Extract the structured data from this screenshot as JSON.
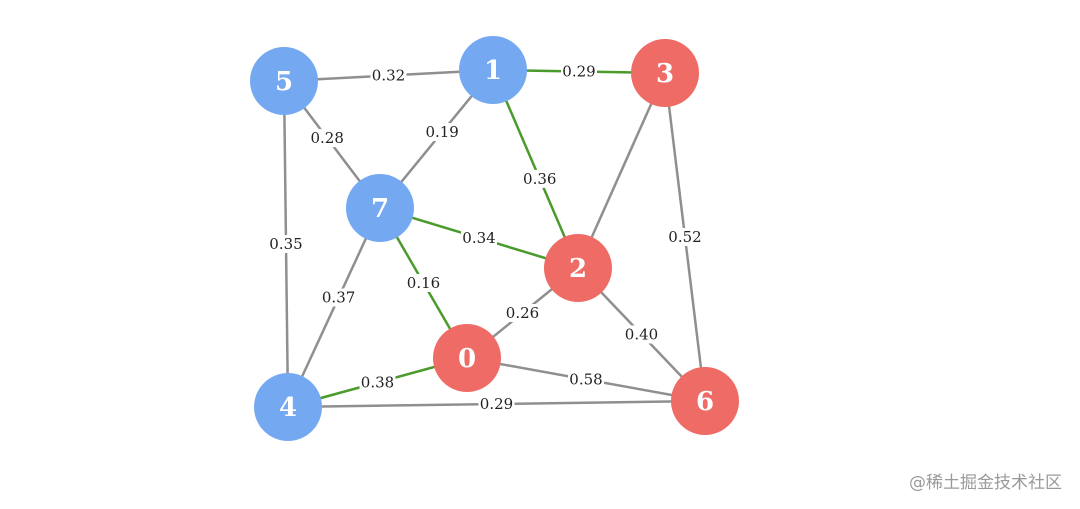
{
  "colors": {
    "set_a": "#74a9f2",
    "set_b": "#ee6b66",
    "tree_edge": "#4a9a2c",
    "plain_edge": "#8f8f8f"
  },
  "nodes": [
    {
      "id": "0",
      "group": "set_b"
    },
    {
      "id": "1",
      "group": "set_a"
    },
    {
      "id": "2",
      "group": "set_b"
    },
    {
      "id": "3",
      "group": "set_b"
    },
    {
      "id": "4",
      "group": "set_a"
    },
    {
      "id": "5",
      "group": "set_a"
    },
    {
      "id": "6",
      "group": "set_b"
    },
    {
      "id": "7",
      "group": "set_a"
    }
  ],
  "edges": [
    {
      "from": "5",
      "to": "1",
      "weight": "0.32",
      "highlight": false
    },
    {
      "from": "1",
      "to": "3",
      "weight": "0.29",
      "highlight": true
    },
    {
      "from": "5",
      "to": "7",
      "weight": "0.28",
      "highlight": false
    },
    {
      "from": "1",
      "to": "7",
      "weight": "0.19",
      "highlight": false
    },
    {
      "from": "1",
      "to": "2",
      "weight": "0.36",
      "highlight": true
    },
    {
      "from": "3",
      "to": "2",
      "weight": "",
      "highlight": false
    },
    {
      "from": "3",
      "to": "6",
      "weight": "0.52",
      "highlight": false
    },
    {
      "from": "5",
      "to": "4",
      "weight": "0.35",
      "highlight": false
    },
    {
      "from": "7",
      "to": "2",
      "weight": "0.34",
      "highlight": true
    },
    {
      "from": "7",
      "to": "0",
      "weight": "0.16",
      "highlight": true
    },
    {
      "from": "7",
      "to": "4",
      "weight": "0.37",
      "highlight": false
    },
    {
      "from": "2",
      "to": "0",
      "weight": "0.26",
      "highlight": false
    },
    {
      "from": "2",
      "to": "6",
      "weight": "0.40",
      "highlight": false
    },
    {
      "from": "0",
      "to": "6",
      "weight": "0.58",
      "highlight": false
    },
    {
      "from": "4",
      "to": "0",
      "weight": "0.38",
      "highlight": true
    },
    {
      "from": "4",
      "to": "6",
      "weight": "0.29",
      "highlight": false
    }
  ],
  "watermark": "@稀土掘金技术社区"
}
